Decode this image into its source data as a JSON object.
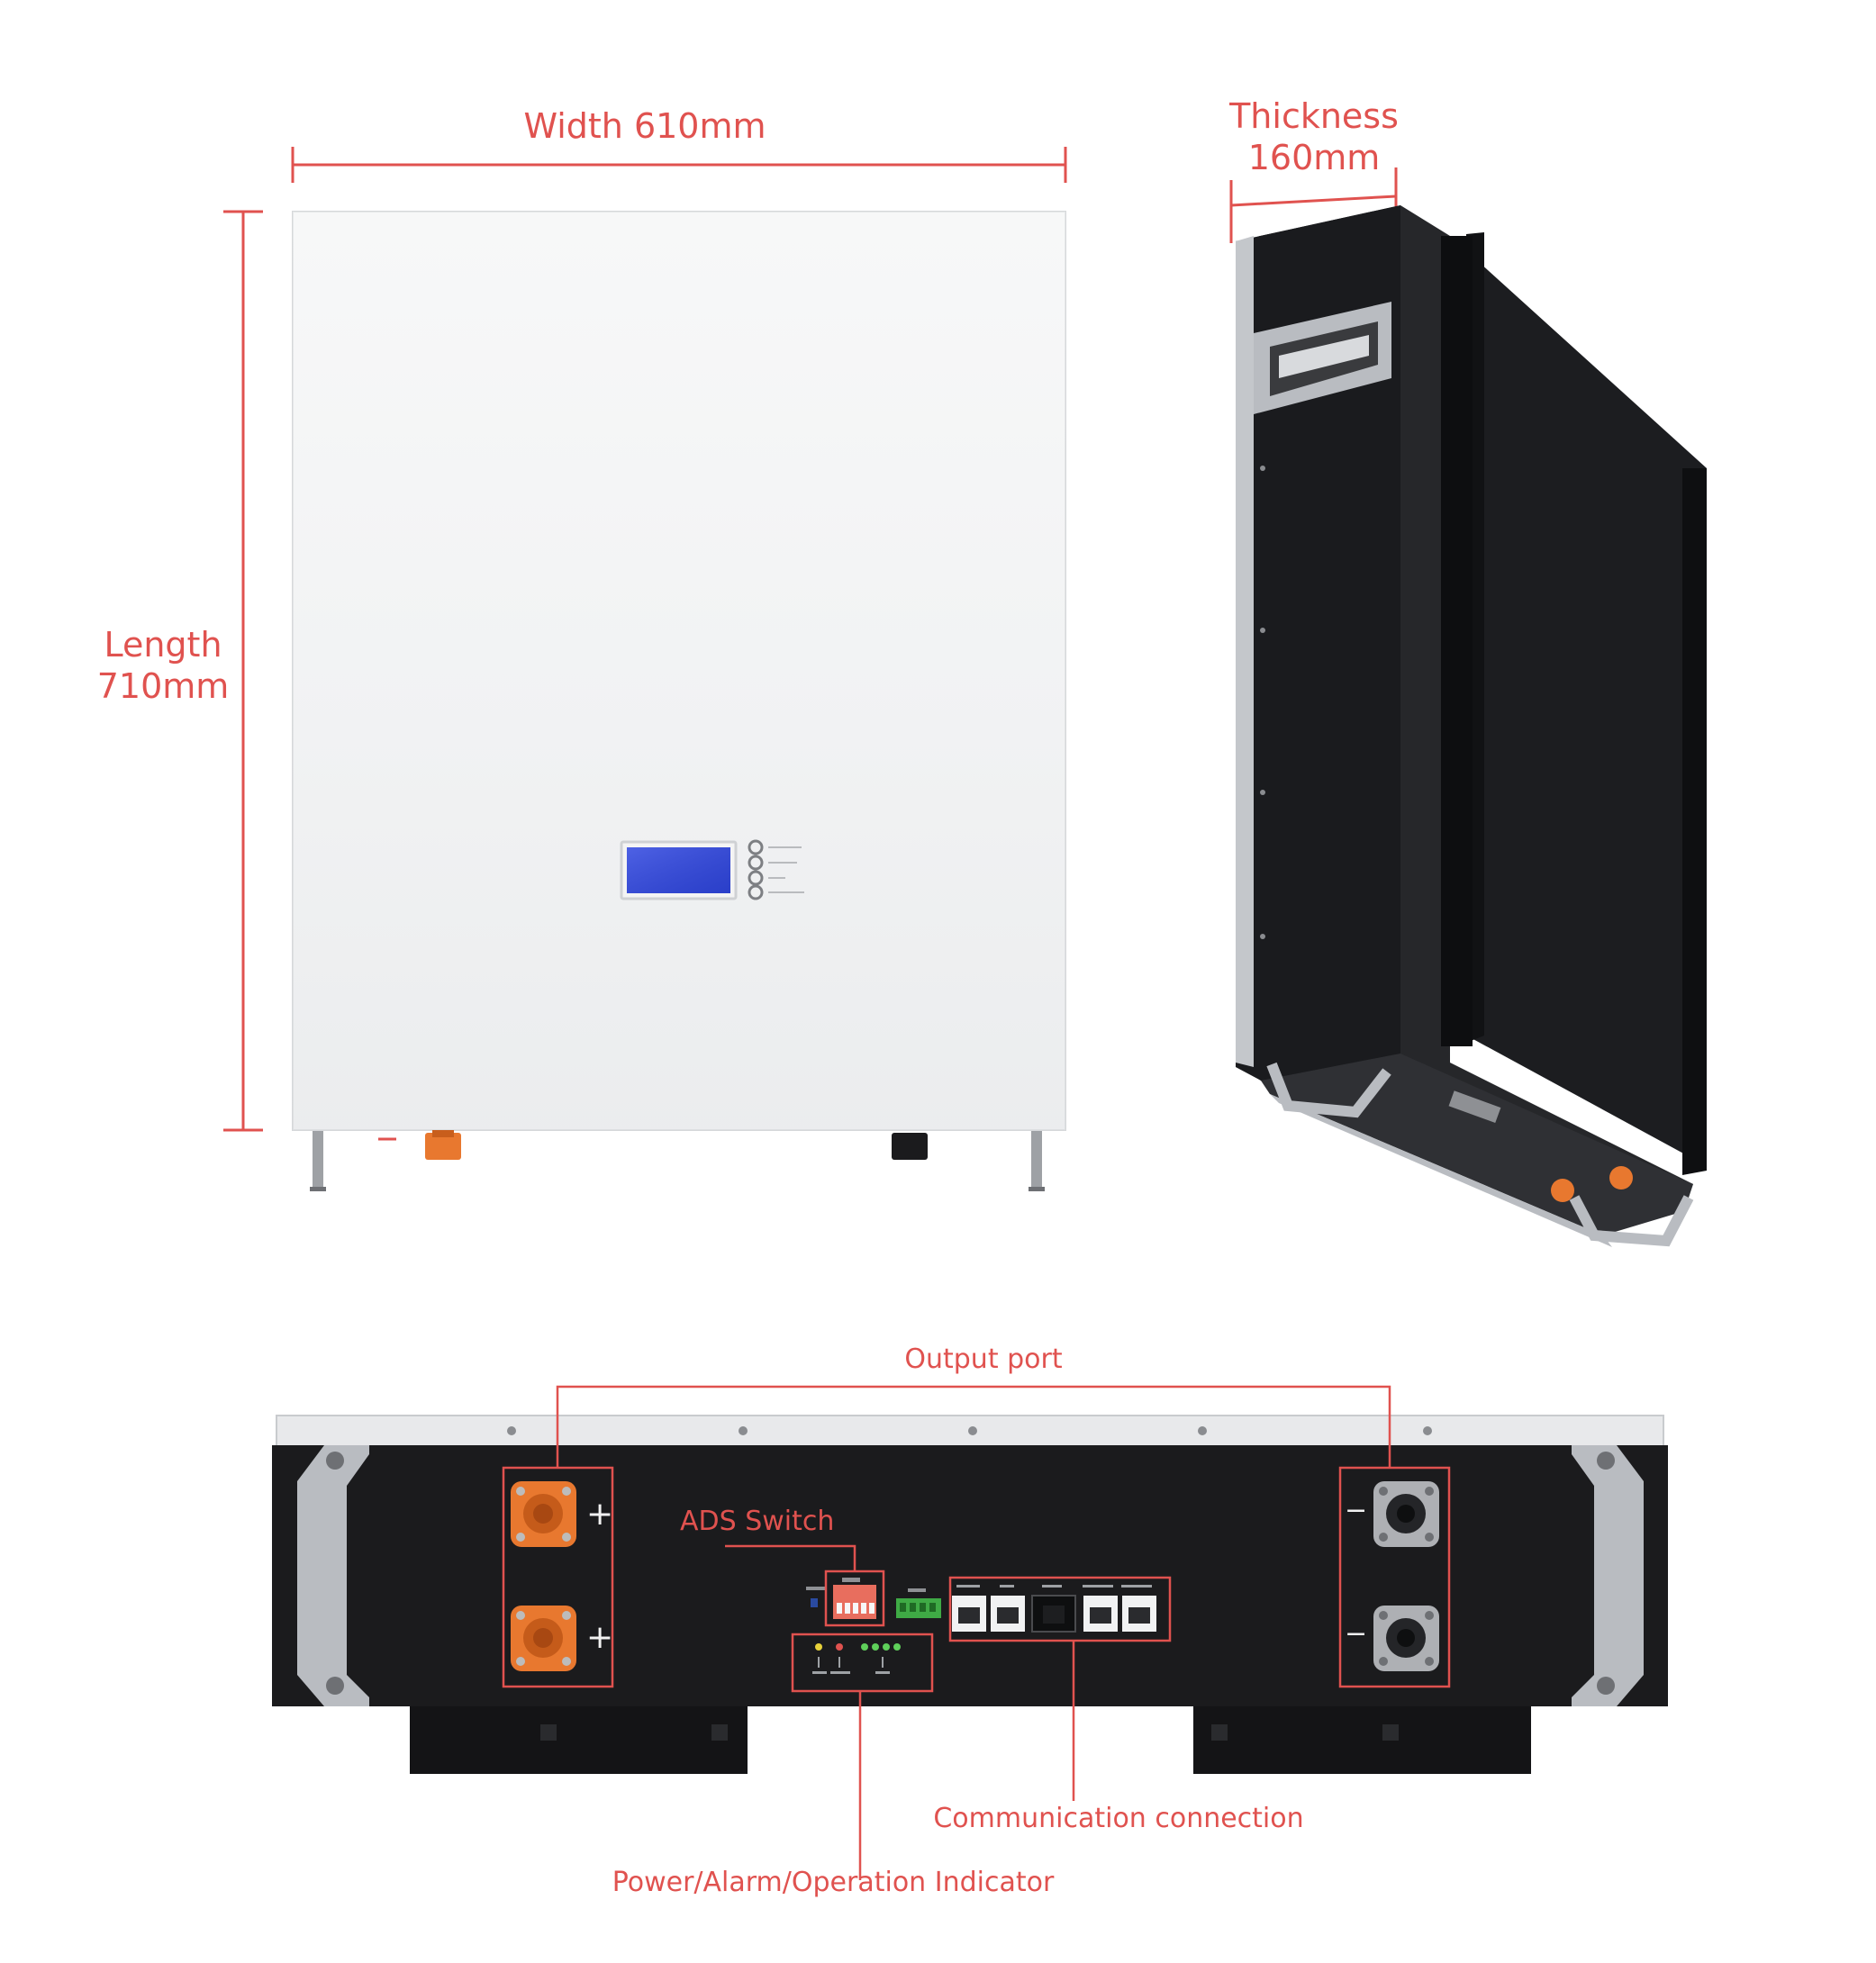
{
  "labels": {
    "width": "Width 610mm",
    "length_line1": "Length",
    "length_line2": "710mm",
    "thickness_line1": "Thickness",
    "thickness_line2": "160mm",
    "output_port": "Output port",
    "ads_switch": "ADS Switch",
    "communication": "Communication connection",
    "indicator": "Power/Alarm/Operation Indicator"
  },
  "terminal_signs": {
    "positive": "+",
    "negative": "−"
  },
  "colors": {
    "annotation": "#e0524f",
    "casing_white": "#f1f2f3",
    "casing_black": "#1b1b1d",
    "connector_orange": "#e8782f",
    "lcd_blue": "#2f46e0",
    "frame_silver": "#b9bcc1"
  }
}
